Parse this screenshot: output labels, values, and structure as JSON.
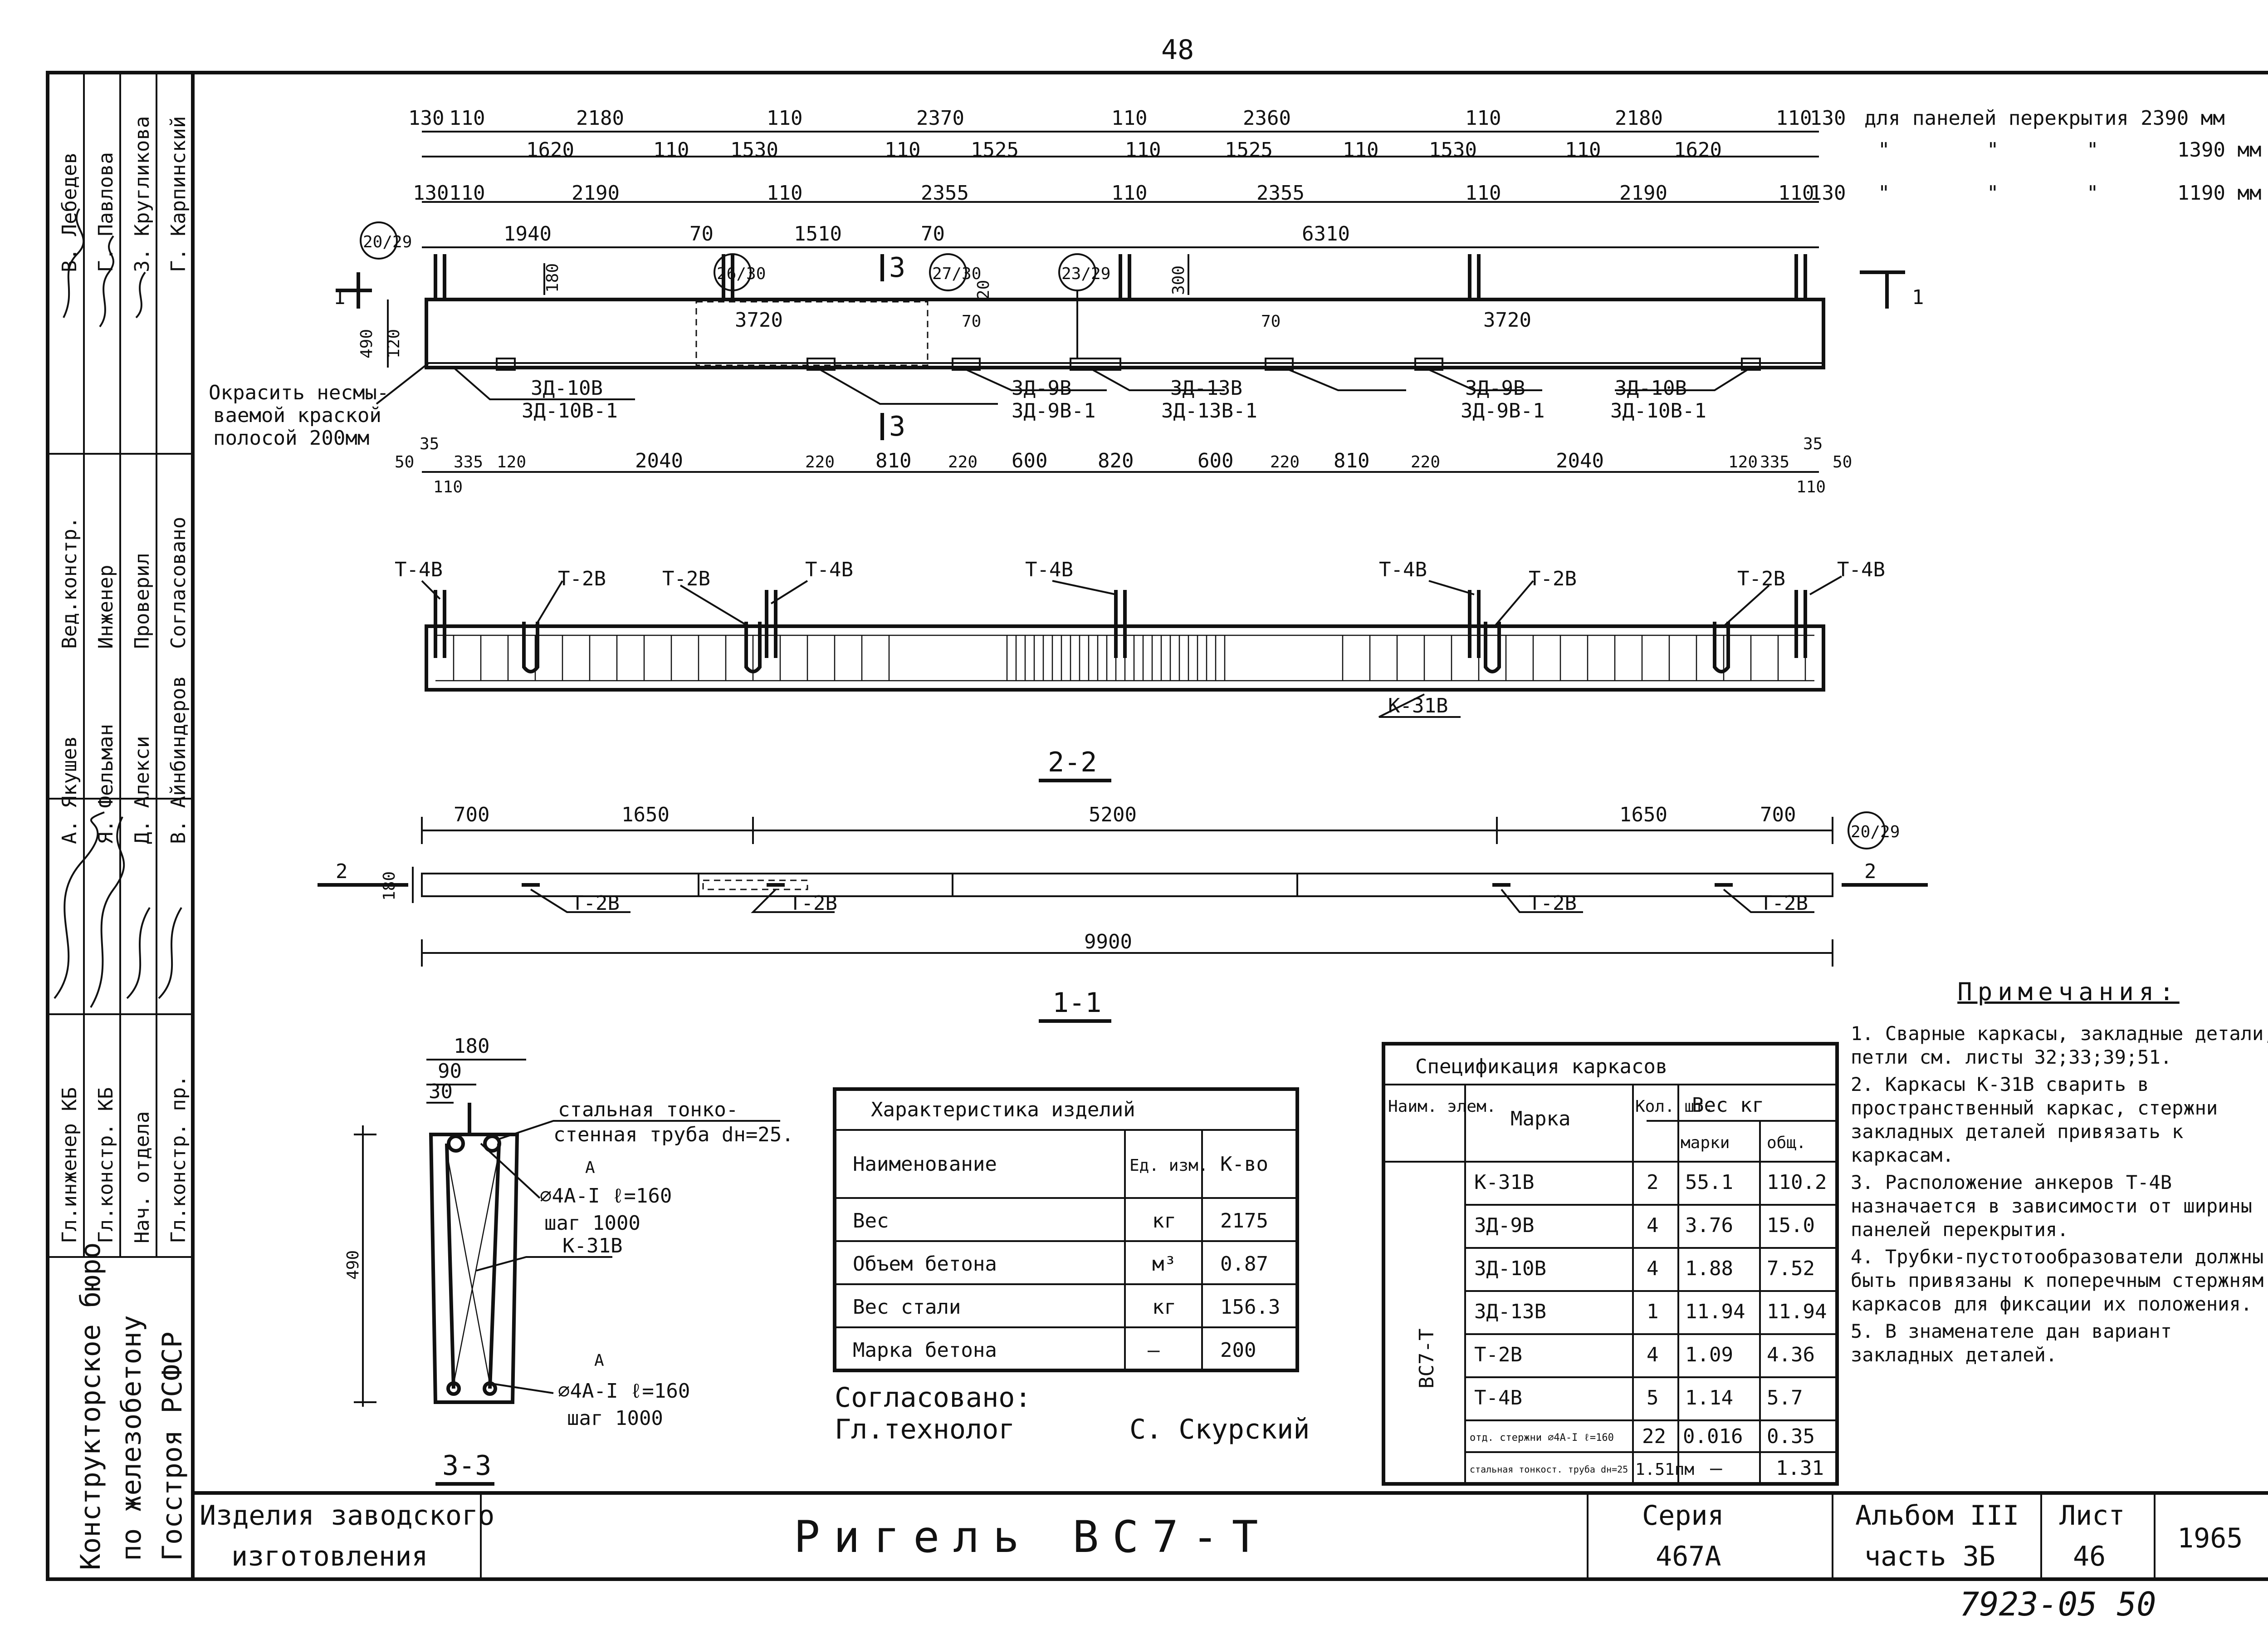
{
  "page_number": "48",
  "stamp_number": "7923-05 50",
  "dim_rows": {
    "row1": [
      "130",
      "110",
      "2180",
      "110",
      "2370",
      "110",
      "2360",
      "110",
      "2180",
      "110",
      "130"
    ],
    "row1_label": "для панелей перекрытия 2390 мм",
    "row2": [
      "1620",
      "110",
      "1530",
      "110",
      "1525",
      "110",
      "1525",
      "110",
      "1530",
      "110",
      "1620"
    ],
    "row2_quote": "\"",
    "row2_mm": "1390 мм",
    "row3": [
      "130",
      "110",
      "2190",
      "110",
      "2355",
      "110",
      "2355",
      "110",
      "2190",
      "110",
      "130"
    ],
    "row3_mm": "1190 мм",
    "row4": [
      "1940",
      "70",
      "1510",
      "70",
      "6310"
    ],
    "row5": [
      "50",
      "35",
      "110",
      "335",
      "120",
      "2040",
      "220",
      "810",
      "220",
      "600",
      "820",
      "600",
      "220",
      "810",
      "220",
      "2040",
      "120",
      "335",
      "35",
      "110",
      "50"
    ]
  },
  "elevation": {
    "callouts": [
      "20/29",
      "26/30",
      "27/30",
      "23/29"
    ],
    "dims": [
      "180",
      "300",
      "490",
      "120",
      "20",
      "3720",
      "70",
      "3720",
      "70"
    ],
    "section_marks": [
      "1",
      "1",
      "3",
      "3"
    ],
    "labels": [
      {
        "top": "ЗД-10В",
        "bottom": "ЗД-10В-1"
      },
      {
        "top": "ЗД-9В",
        "bottom": "ЗД-9В-1"
      },
      {
        "top": "ЗД-13В",
        "bottom": "ЗД-13В-1"
      },
      {
        "top": "ЗД-9В",
        "bottom": "ЗД-9В-1"
      },
      {
        "top": "ЗД-10В",
        "bottom": "ЗД-10В-1"
      }
    ],
    "paint_note": [
      "Окрасить несмы-",
      "ваемой краской",
      "полосой 200мм"
    ]
  },
  "section22": {
    "labels": [
      "Т-4В",
      "Т-2В",
      "Т-2В",
      "Т-4В",
      "Т-4В",
      "Т-4В",
      "Т-2В",
      "Т-2В",
      "Т-4В"
    ],
    "frame": "К-31В",
    "title": "2-2"
  },
  "section11": {
    "dims": [
      "700",
      "1650",
      "5200",
      "1650",
      "700"
    ],
    "total": "9900",
    "height": "180",
    "cut": [
      "2",
      "2"
    ],
    "callout": "20/29",
    "labels": [
      "Т-2В",
      "Т-2В",
      "Т-2В",
      "Т-2В"
    ],
    "title": "1-1"
  },
  "section33": {
    "title": "3-3",
    "dims": [
      "180",
      "90",
      "30",
      "490"
    ],
    "tube_label": [
      "стальная тонко-",
      "стенная труба dн=25."
    ],
    "rod_top": [
      "⌀4А-I ℓ=160",
      "шаг 1000"
    ],
    "frame": "К-31В",
    "rod_bottom": [
      "⌀4А-I ℓ=160",
      "шаг 1000"
    ],
    "marks": [
      "А",
      "А"
    ]
  },
  "characteristics": {
    "title": "Характеристика изделий",
    "headers": [
      "Наименование",
      "Ед. изм.",
      "К-во"
    ],
    "rows": [
      [
        "Вес",
        "кг",
        "2175"
      ],
      [
        "Объем бетона",
        "м³",
        "0.87"
      ],
      [
        "Вес стали",
        "кг",
        "156.3"
      ],
      [
        "Марка бетона",
        "—",
        "200"
      ]
    ]
  },
  "approval": {
    "label": "Согласовано:",
    "role": "Гл.технолог",
    "name": "С. Скурский"
  },
  "spec": {
    "title": "Спецификация каркасов",
    "headers": [
      "Наим. элем.",
      "Марка",
      "Кол. шт.",
      "Вес кг",
      "марки",
      "общ."
    ],
    "element": "ВС7-Т",
    "rows": [
      [
        "К-31В",
        "2",
        "55.1",
        "110.2"
      ],
      [
        "ЗД-9В",
        "4",
        "3.76",
        "15.0"
      ],
      [
        "ЗД-10В",
        "4",
        "1.88",
        "7.52"
      ],
      [
        "ЗД-13В",
        "1",
        "11.94",
        "11.94"
      ],
      [
        "Т-2В",
        "4",
        "1.09",
        "4.36"
      ],
      [
        "Т-4В",
        "5",
        "1.14",
        "5.7"
      ],
      [
        "отд. стержни ⌀4А-I ℓ=160",
        "22",
        "0.016",
        "0.35"
      ],
      [
        "стальная тонкост. труба dн=25",
        "1.51пм",
        "—",
        "1.31"
      ]
    ]
  },
  "notes": {
    "title": "Примечания:",
    "items": [
      "1. Сварные каркасы, закладные детали, петли см. листы 32;33;39;51.",
      "2. Каркасы К-31В сварить в пространственный каркас, стержни закладных деталей привязать к каркасам.",
      "3. Расположение анкеров Т-4В назначается в зависимости от ширины панелей перекрытия.",
      "4. Трубки-пустотообразователи должны быть привязаны к поперечным стержням каркасов для фиксации их положения.",
      "5. В знаменателе дан вариант закладных деталей."
    ]
  },
  "left_strip": {
    "org": [
      "Конструкторское бюро",
      "по железобетону",
      "Госстроя РСФСР"
    ],
    "roles_a": [
      "Гл.инженер КБ",
      "Гл.констр. КБ",
      "Нач. отдела",
      "Гл.констр. пр."
    ],
    "names_a": [
      "А. Якушев",
      "Я. Фельман",
      "Д. Алекси",
      "В. Айнбиндеров"
    ],
    "roles_b": [
      "Вед.констр.",
      "Инженер",
      "Проверил",
      "Согласовано"
    ],
    "names_b": [
      "В. Лебедев",
      "Г. Павлова",
      "З. Кругликова",
      "Г. Карпинский"
    ]
  },
  "title_block": {
    "product": [
      "Изделия заводского",
      "изготовления"
    ],
    "name": "Ригель ВС7-Т",
    "series_label": "Серия",
    "series": "467А",
    "album_label": "Альбом III",
    "part": "часть 3Б",
    "sheet_label": "Лист",
    "sheet": "46",
    "year": "1965"
  }
}
